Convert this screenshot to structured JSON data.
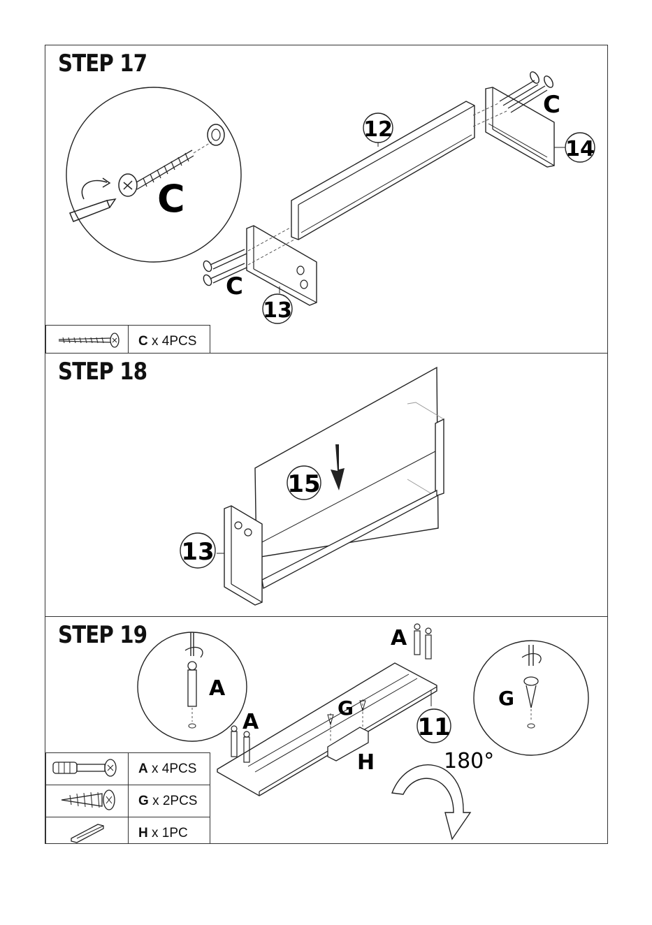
{
  "steps": [
    {
      "title": "STEP 17",
      "labels": {
        "part_a": "12",
        "part_b": "14",
        "part_c": "13",
        "screw_top": "C",
        "screw_bottom": "C",
        "zoom": "C"
      },
      "parts": [
        {
          "code": "C",
          "qty": "x 4PCS"
        }
      ]
    },
    {
      "title": "STEP 18",
      "labels": {
        "panel": "15",
        "side": "13"
      }
    },
    {
      "title": "STEP 19",
      "labels": {
        "cam_top": "A",
        "cam_bottom": "A",
        "zoom_cam": "A",
        "screw": "G",
        "zoom_screw": "G",
        "bracket": "H",
        "base": "11",
        "rotate": "180°"
      },
      "parts": [
        {
          "code": "A",
          "qty": "x 4PCS"
        },
        {
          "code": "G",
          "qty": "x 2PCS"
        },
        {
          "code": "H",
          "qty": "x 1PC"
        }
      ]
    }
  ]
}
